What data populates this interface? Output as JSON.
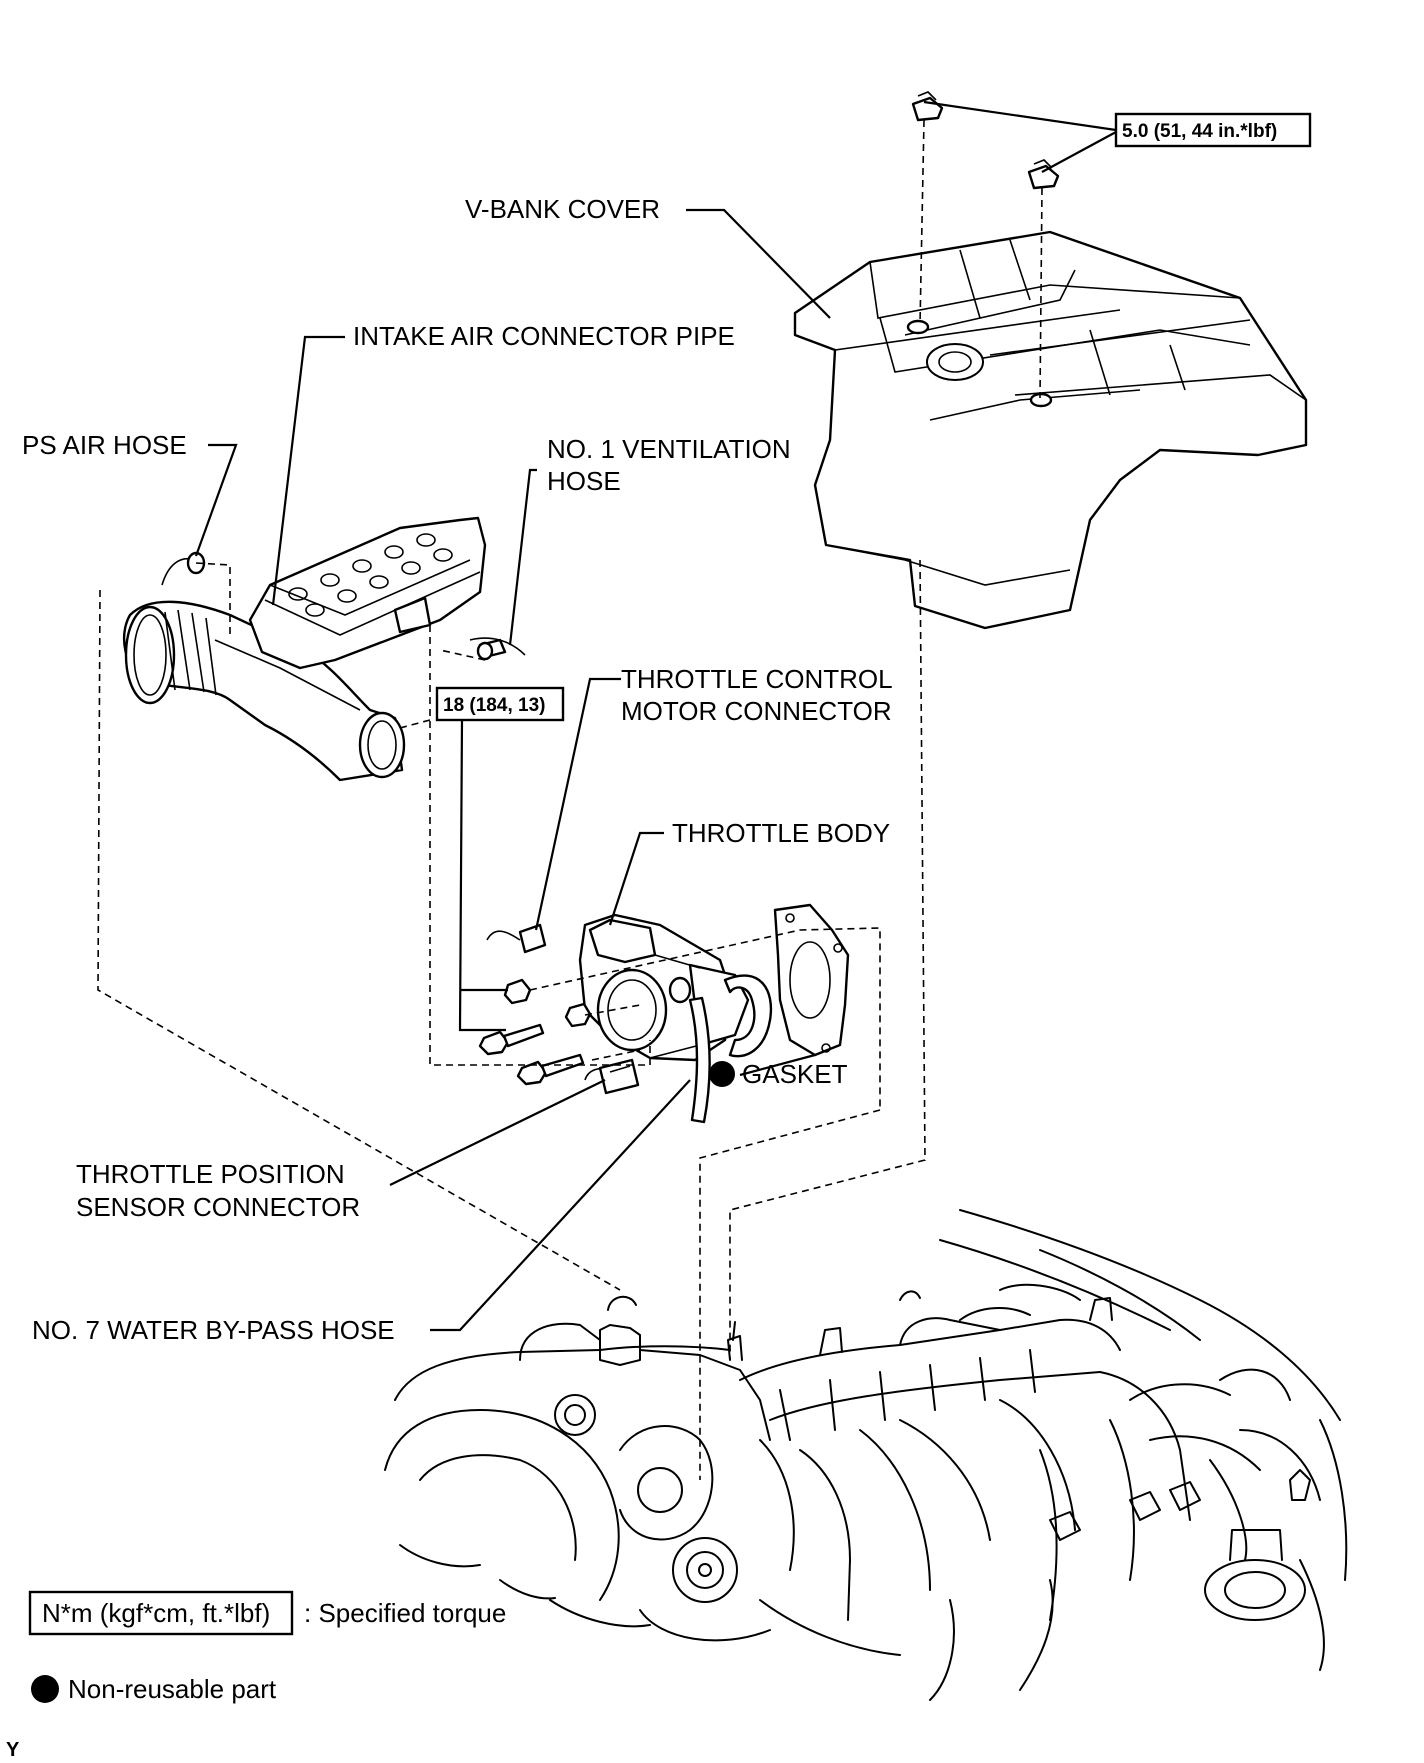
{
  "labels": {
    "v_bank_cover": "V-BANK COVER",
    "intake_air_connector_pipe": "INTAKE AIR CONNECTOR PIPE",
    "ps_air_hose": "PS AIR HOSE",
    "no1_ventilation_hose_line1": "NO. 1 VENTILATION",
    "no1_ventilation_hose_line2": "HOSE",
    "throttle_control_motor_connector_line1": "THROTTLE CONTROL",
    "throttle_control_motor_connector_line2": "MOTOR CONNECTOR",
    "throttle_body": "THROTTLE BODY",
    "gasket": "GASKET",
    "throttle_position_sensor_connector_line1": "THROTTLE POSITION",
    "throttle_position_sensor_connector_line2": "SENSOR CONNECTOR",
    "no7_water_bypass_hose": "NO. 7 WATER BY-PASS HOSE"
  },
  "torque_specs": {
    "v_bank_cover_nuts": "5.0 (51, 44 in.*lbf)",
    "throttle_body_fasteners": "18 (184, 13)"
  },
  "legend": {
    "torque_unit_box": "N*m (kgf*cm, ft.*lbf)",
    "torque_unit_desc": ": Specified torque",
    "non_reusable_desc": "Non-reusable part"
  },
  "corner_code": "Y"
}
